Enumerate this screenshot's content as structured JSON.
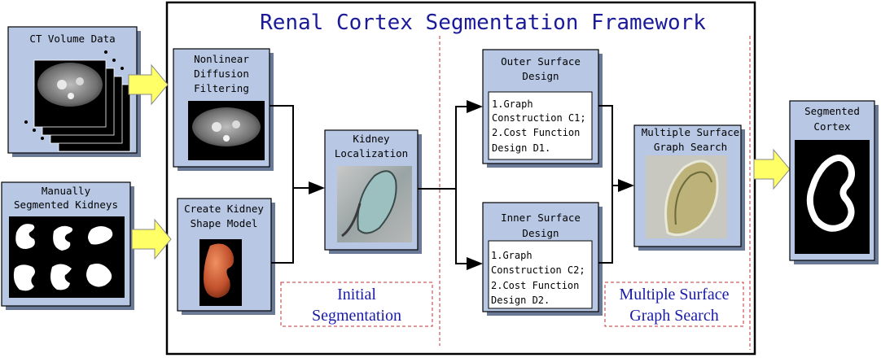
{
  "title": "Renal Cortex Segmentation Framework",
  "inputs": {
    "ct_volume": "CT Volume Data",
    "manual_kidneys": [
      "Manually",
      "Segmented Kidneys"
    ]
  },
  "steps": {
    "nonlinear": [
      "Nonlinear",
      "Diffusion",
      "Filtering"
    ],
    "shape_model": [
      "Create Kidney",
      "Shape Model"
    ],
    "localization": [
      "Kidney",
      "Localization"
    ],
    "outer": {
      "title": [
        "Outer Surface",
        "Design"
      ],
      "items": [
        "1.Graph",
        "Construction C1;",
        "2.Cost Function",
        "Design D1."
      ]
    },
    "inner": {
      "title": [
        "Inner Surface",
        "Design"
      ],
      "items": [
        "1.Graph",
        "Construction C2;",
        "2.Cost Function",
        "Design D2."
      ]
    },
    "msgs": [
      "Multiple Surface",
      "Graph Search"
    ]
  },
  "stage_labels": {
    "initial": [
      "Initial",
      "Segmentation"
    ],
    "multiple": [
      "Multiple Surface",
      "Graph Search"
    ]
  },
  "output": {
    "label": [
      "Segmented",
      "Cortex"
    ]
  },
  "colors": {
    "panel_fill": "#b8c8e4",
    "title_color": "#1a1a9a",
    "arrow_fill": "#ffff66",
    "divider": "#c03030"
  }
}
